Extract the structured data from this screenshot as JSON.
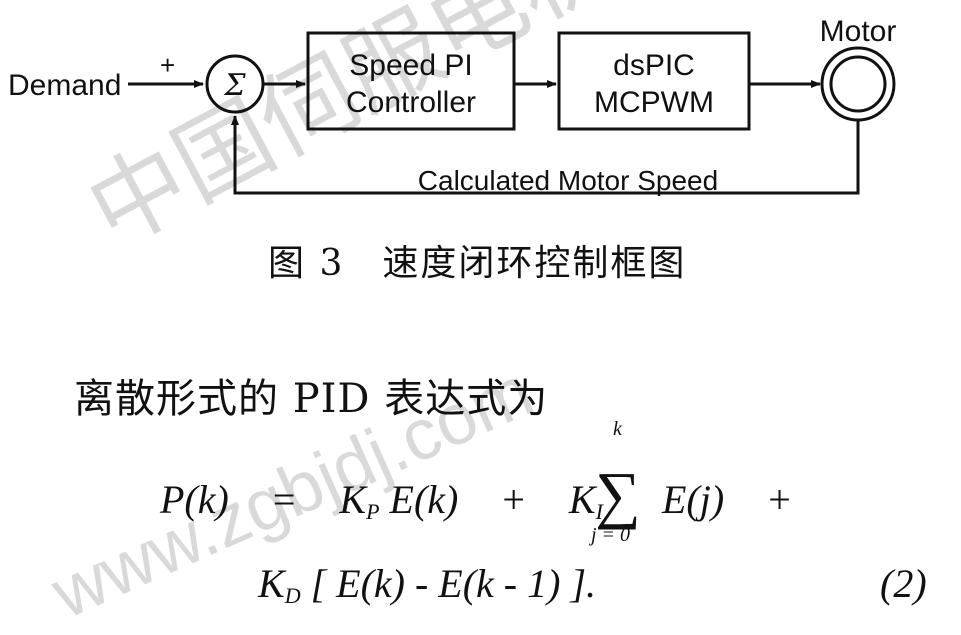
{
  "diagram": {
    "nodes": {
      "demand_label": "Demand",
      "plus_sign": "+",
      "summing_symbol": "Σ",
      "speed_pi_line1": "Speed PI",
      "speed_pi_line2": "Controller",
      "dspic_line1": "dsPIC",
      "dspic_line2": "MCPWM",
      "motor_label": "Motor",
      "feedback_label": "Calculated Motor Speed"
    },
    "colors": {
      "stroke": "#111111",
      "background": "#ffffff",
      "watermark": "#d9d9d9"
    }
  },
  "caption": "图 3　速度闭环控制框图",
  "intro_text": "离散形式的 PID 表达式为",
  "equation": {
    "line1_lhs": "P(k)",
    "equals": "=",
    "kp_letter": "K",
    "kp_sub": "P",
    "term1": "E(k)",
    "plus1": "+",
    "ki_letter": "K",
    "ki_sub": "I",
    "sum_upper": "k",
    "sum_lower": "j = 0",
    "sum_symbol": "∑",
    "term2": "E(j)",
    "plus2": "+",
    "kd_letter": "K",
    "kd_sub": "D",
    "term3": "[ E(k)  -  E(k - 1) ].",
    "number": "(2)"
  },
  "watermark": {
    "line1": "中国伺服电机网",
    "line2": "www.zgbjdj.com"
  }
}
